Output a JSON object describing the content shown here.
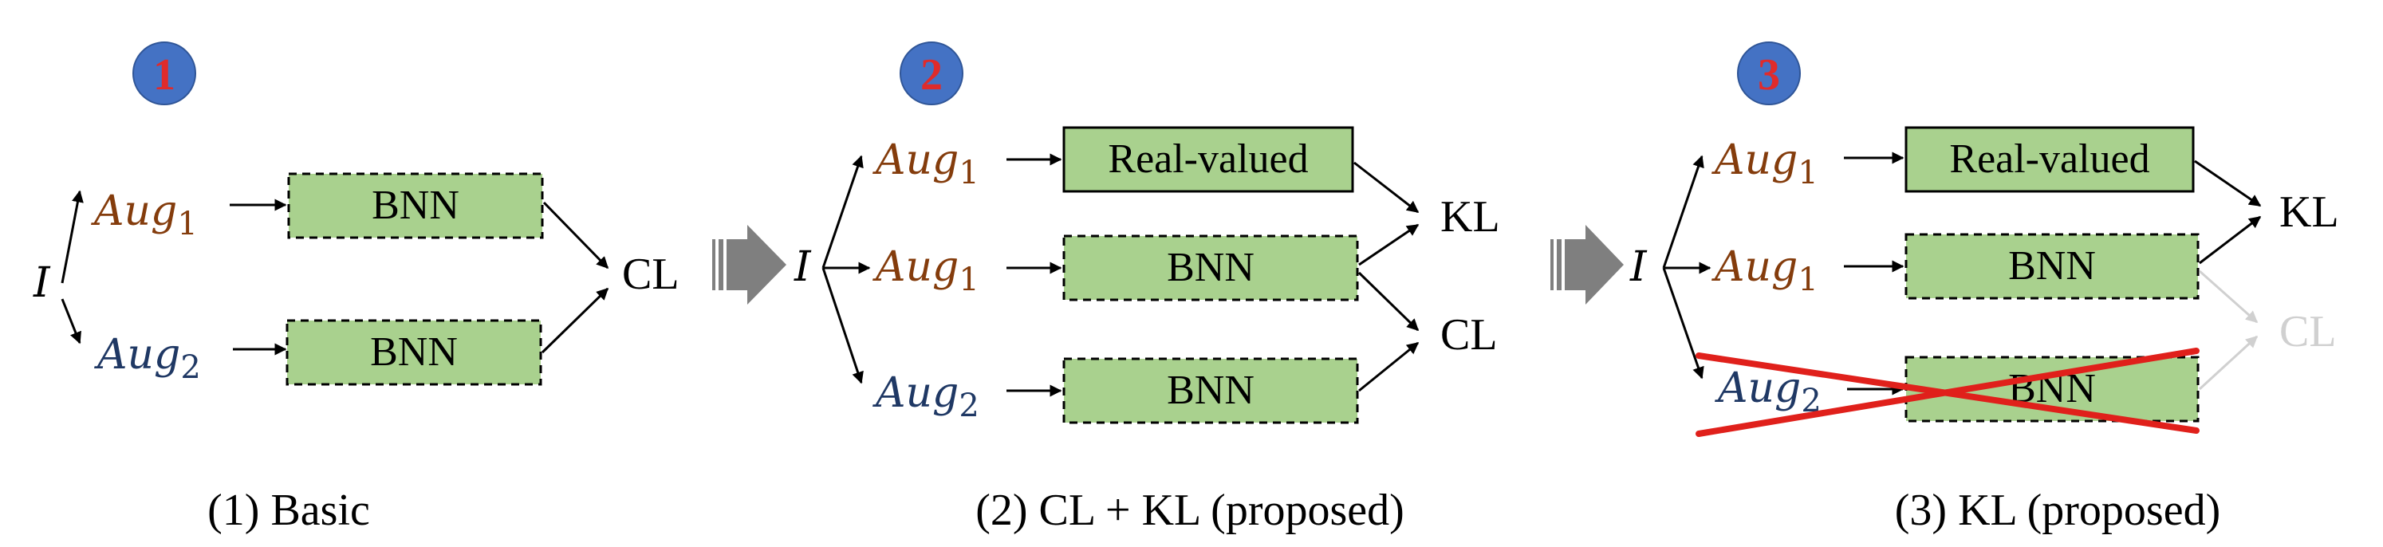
{
  "diagram": {
    "colors": {
      "box_fill": "#a9d18e",
      "badge_fill": "#4472c4",
      "badge_number": "#e02b2b",
      "aug1_text": "#843c0c",
      "aug2_text": "#1f3864",
      "cross_red": "#e0201b",
      "faded": "#d0d0d0",
      "transition_arrow": "#7f7f7f"
    },
    "panel1": {
      "badge": "1",
      "input": "I",
      "aug_top": {
        "base": "Aug",
        "sub": "1"
      },
      "aug_bottom": {
        "base": "Aug",
        "sub": "2"
      },
      "box_top": "BNN",
      "box_bottom": "BNN",
      "output": "CL",
      "caption": "(1) Basic"
    },
    "panel2": {
      "badge": "2",
      "input": "I",
      "aug_top": {
        "base": "Aug",
        "sub": "1"
      },
      "aug_mid": {
        "base": "Aug",
        "sub": "1"
      },
      "aug_bottom": {
        "base": "Aug",
        "sub": "2"
      },
      "box_top": "Real-valued",
      "box_mid": "BNN",
      "box_bottom": "BNN",
      "output_top": "KL",
      "output_bottom": "CL",
      "caption": "(2) CL + KL (proposed)"
    },
    "panel3": {
      "badge": "3",
      "input": "I",
      "aug_top": {
        "base": "Aug",
        "sub": "1"
      },
      "aug_mid": {
        "base": "Aug",
        "sub": "1"
      },
      "aug_bottom": {
        "base": "Aug",
        "sub": "2"
      },
      "box_top": "Real-valued",
      "box_mid": "BNN",
      "box_bottom": "BNN",
      "output_top": "KL",
      "output_bottom": "CL",
      "caption": "(3) KL (proposed)"
    }
  }
}
